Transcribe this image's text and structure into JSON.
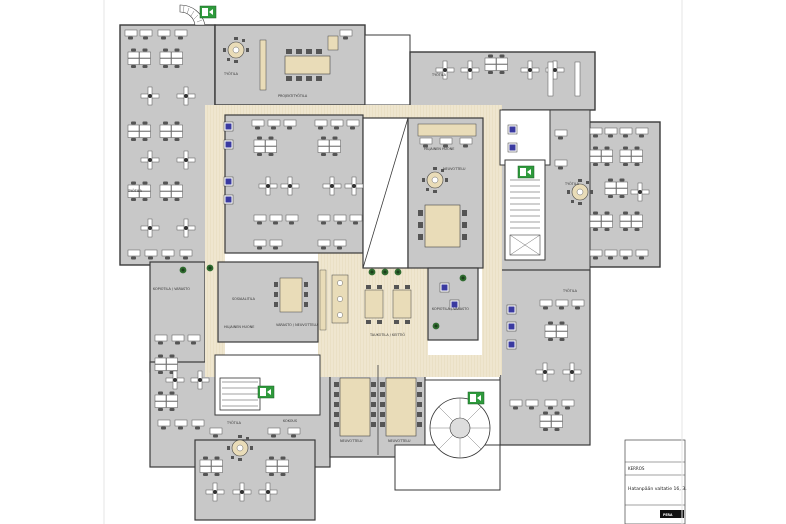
{
  "rooms": [
    {
      "id": "tyotila-1",
      "label": "TYÖTILA"
    },
    {
      "id": "projektityotila",
      "label": "PROJEKTITYÖTILA"
    },
    {
      "id": "tyotila-2",
      "label": "TYÖTILA"
    },
    {
      "id": "tyotila-3",
      "label": "TYÖTILA"
    },
    {
      "id": "hiljainen-huone",
      "label": "HILJAINEN HUONE"
    },
    {
      "id": "tyotila-4",
      "label": "TYÖTILA"
    },
    {
      "id": "neuvotteluhuone-1",
      "label": "NEUVOTTELU"
    },
    {
      "id": "kopiotila-1",
      "label": "KOPIOTILA / VARASTO"
    },
    {
      "id": "sosiaalitila",
      "label": "SOSIAALITILA"
    },
    {
      "id": "hiljainen-huone-2",
      "label": "HILJAINEN HUONE"
    },
    {
      "id": "varasto-neuvottelu",
      "label": "VARASTO / NEUVOTTELU"
    },
    {
      "id": "taukotila",
      "label": "TAUKOTILA / KEITTIÖ"
    },
    {
      "id": "kopiotila-2",
      "label": "KOPIOTILA / VARASTO"
    },
    {
      "id": "tyotila-5",
      "label": "TYÖTILA"
    },
    {
      "id": "neuvottelu-2",
      "label": "NEUVOTTELU"
    },
    {
      "id": "neuvottelu-3",
      "label": "NEUVOTTELU"
    },
    {
      "id": "kokous",
      "label": "KOKOUS"
    },
    {
      "id": "tyotila-6",
      "label": "TYÖTILA"
    }
  ],
  "title_block": {
    "address": "Hatanpään valtatie 16, 3.",
    "small_label": "KERROS",
    "logo": "PERA"
  },
  "colors": {
    "floor_gray": "#c8c8c8",
    "corridor": "#efe6cf",
    "wall": "#3a3a3a",
    "exit_green": "#2e9a3c",
    "chair_blue": "#3a3aa0",
    "table_wood": "#e9dcb8",
    "plant_green": "#2f6b2f"
  },
  "icons": [
    "emergency-exit-icon",
    "staircase-icon",
    "elevator-icon",
    "plant-icon",
    "chair-icon"
  ]
}
